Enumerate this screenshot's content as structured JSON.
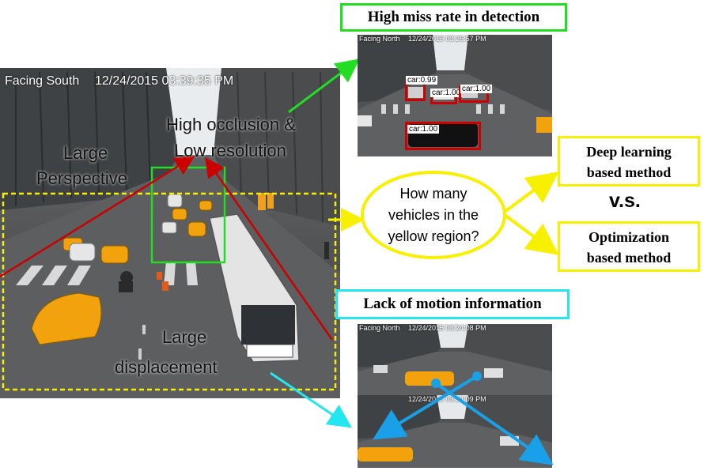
{
  "main_image": {
    "caption_direction": "Facing South",
    "caption_timestamp": "12/24/2015 03:39:35 PM",
    "label_occlusion_line1": "High occlusion &",
    "label_occlusion_line2": "Low resolution",
    "label_perspective_line1": "Large",
    "label_perspective_line2": "Perspective",
    "label_displacement_line1": "Large",
    "label_displacement_line2": "displacement"
  },
  "detection_panel": {
    "title": "High miss rate in detection",
    "caption_direction": "Facing North",
    "caption_timestamp": "12/24/2015 03:26:57 PM",
    "detections": [
      "car:0.99",
      "car:1.00",
      "car:1.00",
      "car:1.00"
    ]
  },
  "question": {
    "line1": "How many",
    "line2": "vehicles in the",
    "line3": "yellow region?"
  },
  "methods": {
    "deep_line1": "Deep learning",
    "deep_line2": "based method",
    "versus": "v.s.",
    "opt_line1": "Optimization",
    "opt_line2": "based method"
  },
  "motion_panel": {
    "title": "Lack of motion information",
    "frame1_direction": "Facing North",
    "frame1_timestamp": "12/24/2015 03:24:08 PM",
    "frame2_timestamp": "12/24/2015 03:24:09 PM"
  },
  "colors": {
    "green": "#22dd22",
    "yellow": "#f7f000",
    "cyan": "#22e6f0",
    "red": "#cc0000",
    "blue": "#1aa0e8"
  }
}
